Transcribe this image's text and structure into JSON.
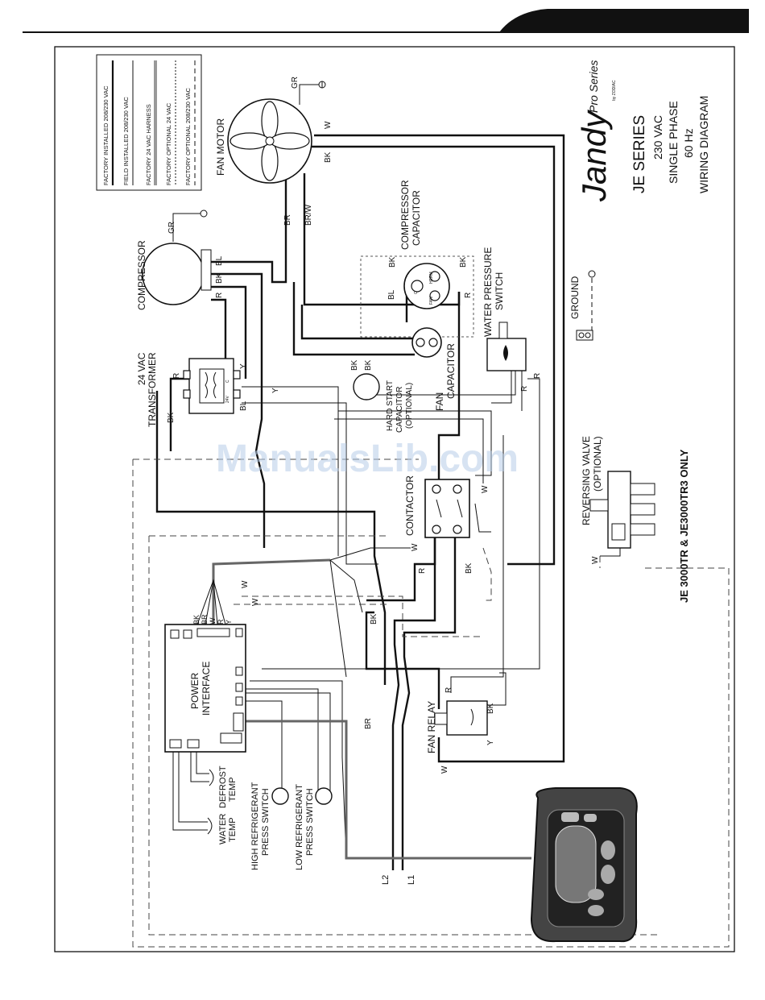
{
  "brand": {
    "name": "Jandy",
    "series": "Pro Series",
    "by": "by ZODIAC"
  },
  "title": {
    "line1": "JE SERIES",
    "line2": "230 VAC",
    "line3": "SINGLE PHASE",
    "line4": "60 Hz",
    "line5": "WIRING DIAGRAM"
  },
  "legend": [
    "FACTORY INSTALLED 208/230 VAC",
    "FIELD INSTALLED 208/230 VAC",
    "FACTORY 24 VAC HARNESS",
    "FACTORY OPTIONAL 24 VAC",
    "FACTORY OPTIONAL 208/230 VAC"
  ],
  "components": {
    "fan_motor": "FAN MOTOR",
    "compressor": "COMPRESSOR",
    "transformer_1": "24 VAC",
    "transformer_2": "TRANSFORMER",
    "comp_cap_1": "COMPRESSOR",
    "comp_cap_2": "CAPACITOR",
    "hard_start_1": "HARD START",
    "hard_start_2": "CAPACITOR",
    "hard_start_3": "(OPTIONAL)",
    "fan_cap_1": "FAN",
    "fan_cap_2": "CAPACITOR",
    "water_switch_1": "WATER PRESSURE",
    "water_switch_2": "SWITCH",
    "ground": "GROUND",
    "contactor": "CONTACTOR",
    "reversing_1": "REVERSING VALVE",
    "reversing_2": "(OPTIONAL)",
    "je_note": "JE 3000TR & JE3000TR3 ONLY",
    "power_1": "POWER",
    "power_2": "INTERFACE",
    "fan_relay": "FAN RELAY",
    "water_temp_1": "WATER",
    "water_temp_2": "TEMP",
    "defrost_1": "DEFROST",
    "defrost_2": "TEMP",
    "high_ref_1": "HIGH REFRIGERANT",
    "high_ref_2": "PRESS SWITCH",
    "low_ref_1": "LOW REFRIGERANT",
    "low_ref_2": "PRESS SWITCH",
    "l2": "L2",
    "l1": "L1"
  },
  "wire_labels": {
    "gr": "GR",
    "w": "W",
    "bk": "BK",
    "br": "BR",
    "brw": "BR/W",
    "bl": "BL",
    "r": "R",
    "y": "Y",
    "c": "C",
    "herm": "HERM",
    "fan": "FAN",
    "tv": "24V",
    "hb": "HB"
  },
  "watermark": "ManualsLib.com"
}
